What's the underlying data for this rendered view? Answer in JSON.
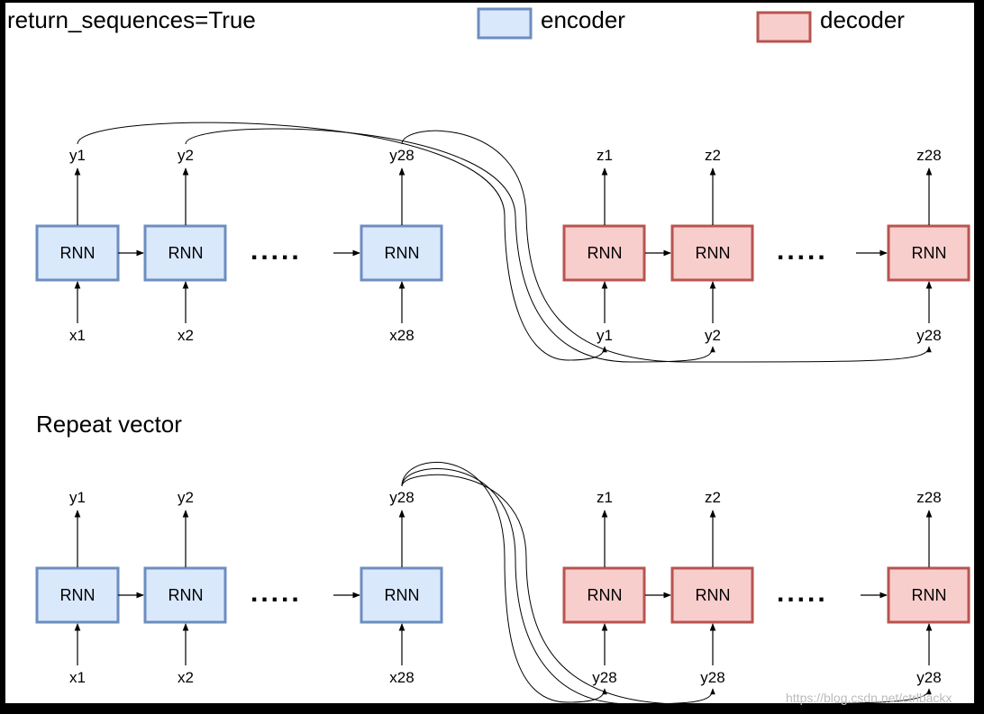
{
  "legend": {
    "encoder_label": "encoder",
    "decoder_label": "decoder",
    "encoder_fill": "#dae8fc",
    "encoder_stroke": "#6c8ebf",
    "decoder_fill": "#f8cecc",
    "decoder_stroke": "#b85450"
  },
  "sections": [
    {
      "title": "return_sequences=True",
      "cell_label": "RNN",
      "ellipsis": ".....",
      "encoder": {
        "inputs": [
          "x1",
          "x2",
          "x28"
        ],
        "outputs": [
          "y1",
          "y2",
          "y28"
        ]
      },
      "decoder": {
        "inputs": [
          "y1",
          "y2",
          "y28"
        ],
        "outputs": [
          "z1",
          "z2",
          "z28"
        ]
      }
    },
    {
      "title": "Repeat vector",
      "cell_label": "RNN",
      "ellipsis": ".....",
      "encoder": {
        "inputs": [
          "x1",
          "x2",
          "x28"
        ],
        "outputs": [
          "y1",
          "y2",
          "y28"
        ]
      },
      "decoder": {
        "inputs": [
          "y28",
          "y28",
          "y28"
        ],
        "outputs": [
          "z1",
          "z2",
          "z28"
        ]
      }
    }
  ],
  "watermark": "https://blog.csdn.net/ctrlbackx"
}
